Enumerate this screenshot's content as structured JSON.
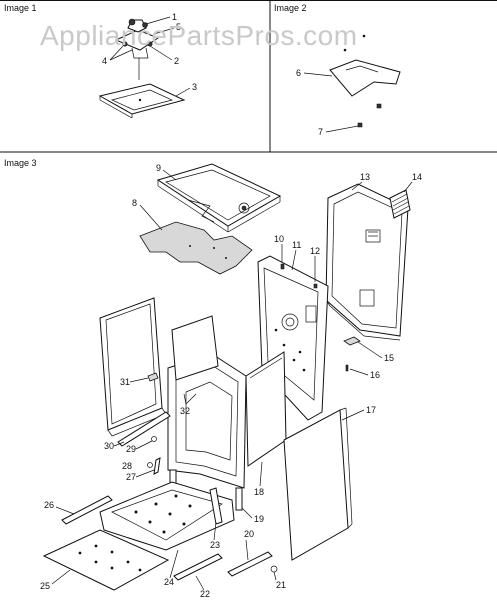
{
  "watermark": "AppliancePartsPros.com",
  "panes": [
    {
      "title": "Image 1"
    },
    {
      "title": "Image 2"
    },
    {
      "title": "Image 3"
    }
  ],
  "callouts": [
    "1",
    "2",
    "3",
    "4",
    "5",
    "6",
    "7",
    "8",
    "9",
    "10",
    "11",
    "12",
    "13",
    "14",
    "15",
    "16",
    "17",
    "18",
    "19",
    "20",
    "21",
    "22",
    "23",
    "24",
    "25",
    "26",
    "27",
    "28",
    "29",
    "30",
    "31",
    "32"
  ]
}
